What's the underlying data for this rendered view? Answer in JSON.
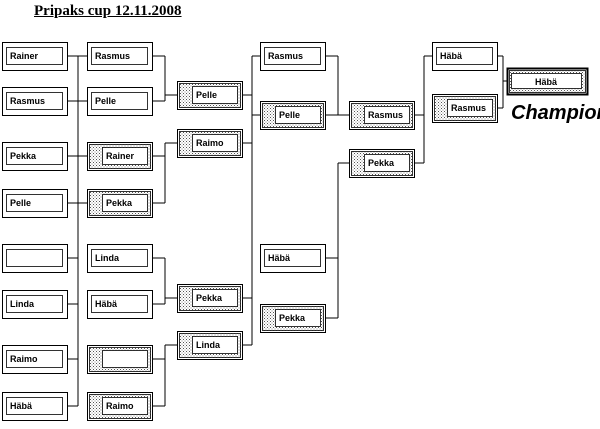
{
  "title": "Pripaks cup 12.11.2008",
  "champion_label": "Champion",
  "champion": "Häbä",
  "rounds": [
    [
      "Rainer",
      "Rasmus",
      "Pekka",
      "Pelle",
      "",
      "Linda",
      "Raimo",
      "Häbä"
    ],
    [
      "Rasmus",
      "Pelle",
      "Rainer",
      "Pekka",
      "Linda",
      "Häbä",
      "",
      "Raimo"
    ],
    [
      "Pelle",
      "Raimo",
      "Pekka",
      "Linda"
    ],
    [
      "Rasmus",
      "Pelle",
      "Häbä",
      "Pekka"
    ],
    [
      "Rasmus",
      "Pekka"
    ],
    [
      "Häbä",
      "Rasmus"
    ]
  ]
}
